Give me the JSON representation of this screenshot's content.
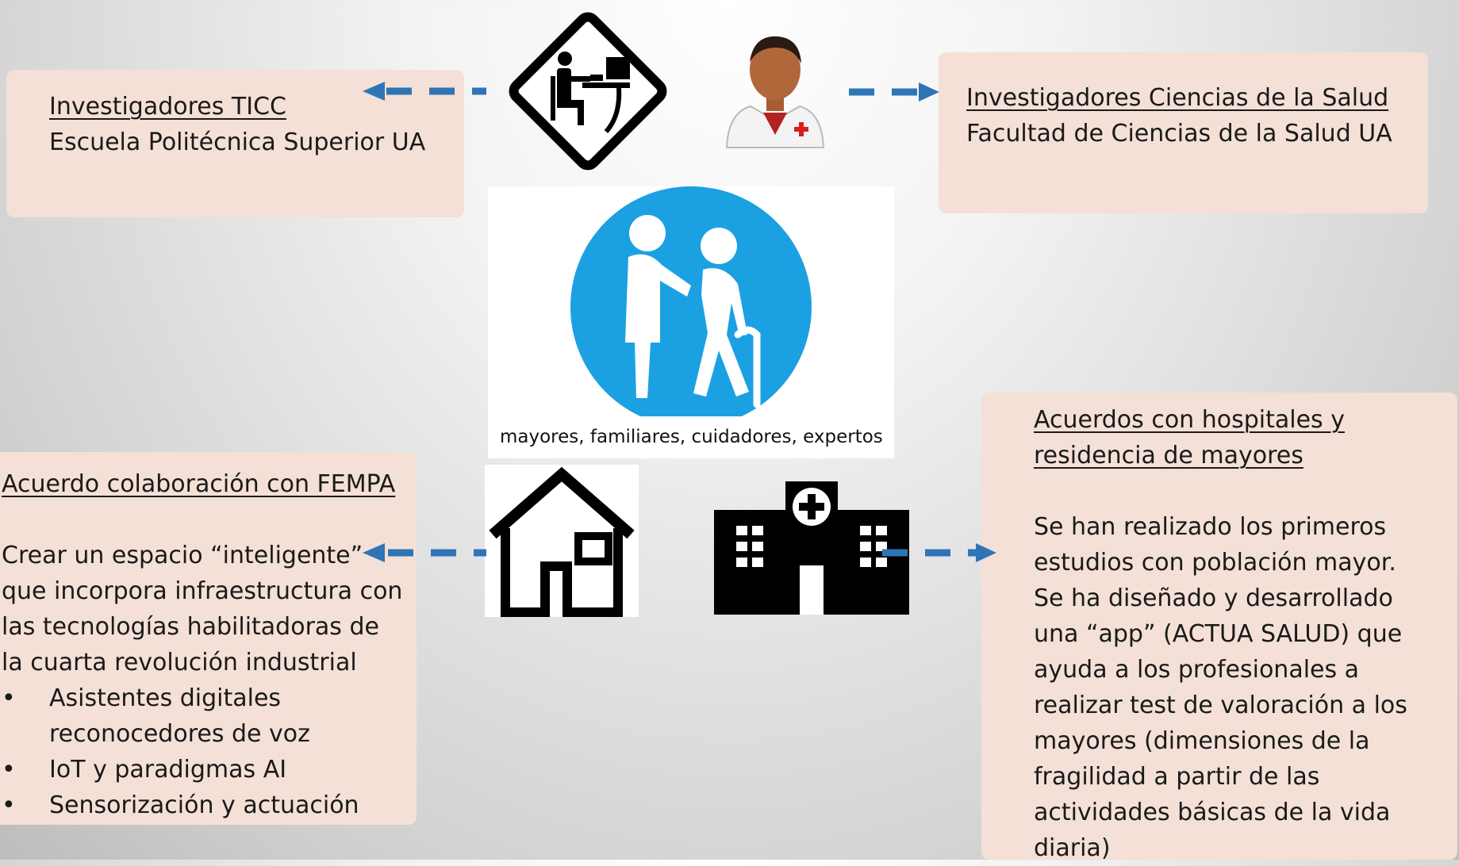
{
  "top_left": {
    "title": "Investigadores TICC",
    "subtitle": "Escuela Politécnica Superior UA"
  },
  "top_right": {
    "title": "Investigadores Ciencias de la Salud",
    "subtitle": "Facultad de Ciencias de la Salud UA"
  },
  "center": {
    "caption": "mayores, familiares, cuidadores, expertos"
  },
  "bottom_left": {
    "title": "Acuerdo colaboración con FEMPA",
    "body": [
      "Crear un espacio “inteligente”",
      "que incorpora infraestructura con",
      "las tecnologías habilitadoras de",
      "la cuarta revolución industrial"
    ],
    "bullets": [
      [
        "Asistentes digitales",
        "reconocedores de voz"
      ],
      [
        "IoT y paradigmas AI"
      ],
      [
        "Sensorización y actuación"
      ]
    ]
  },
  "bottom_right": {
    "title": [
      "Acuerdos con hospitales y",
      "residencia de mayores"
    ],
    "body": [
      "Se han realizado los primeros",
      "estudios con población mayor.",
      "Se ha diseñado y desarrollado",
      "una “app” (ACTUA SALUD) que",
      "ayuda a los profesionales a",
      "realizar test de valoración a los",
      "mayores (dimensiones de la",
      "fragilidad a partir de las",
      "actividades básicas de la vida",
      "diaria)"
    ]
  },
  "colors": {
    "box": "#f4e0d6",
    "arrow": "#2e75b6",
    "circle": "#1ba1e2"
  },
  "icons": [
    "computer-worker-sign-icon",
    "doctor-icon",
    "elderly-care-icon",
    "house-icon",
    "hospital-icon"
  ]
}
